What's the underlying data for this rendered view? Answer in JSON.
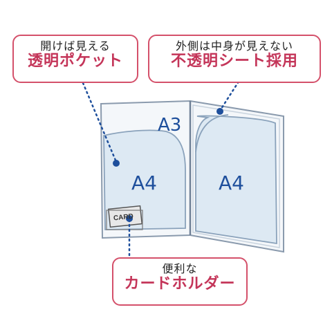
{
  "callouts": {
    "transparent_pocket": {
      "line1": "開けば見える",
      "line2": "透明ポケット"
    },
    "opaque_sheet": {
      "line1": "外側は中身が見えない",
      "line2": "不透明シート採用"
    },
    "card_holder": {
      "line1": "便利な",
      "line2": "カードホルダー"
    }
  },
  "labels": {
    "a3": "A3",
    "a4_left": "A4",
    "a4_right": "A4",
    "card": "CARD"
  },
  "colors": {
    "callout_border": "#d4506a",
    "callout_accent_text": "#c43559",
    "label_blue": "#1e4f9c",
    "leader_line": "#1e4f9c",
    "pocket_fill": "#dde9f3",
    "folder_edge": "#8a9aad"
  }
}
